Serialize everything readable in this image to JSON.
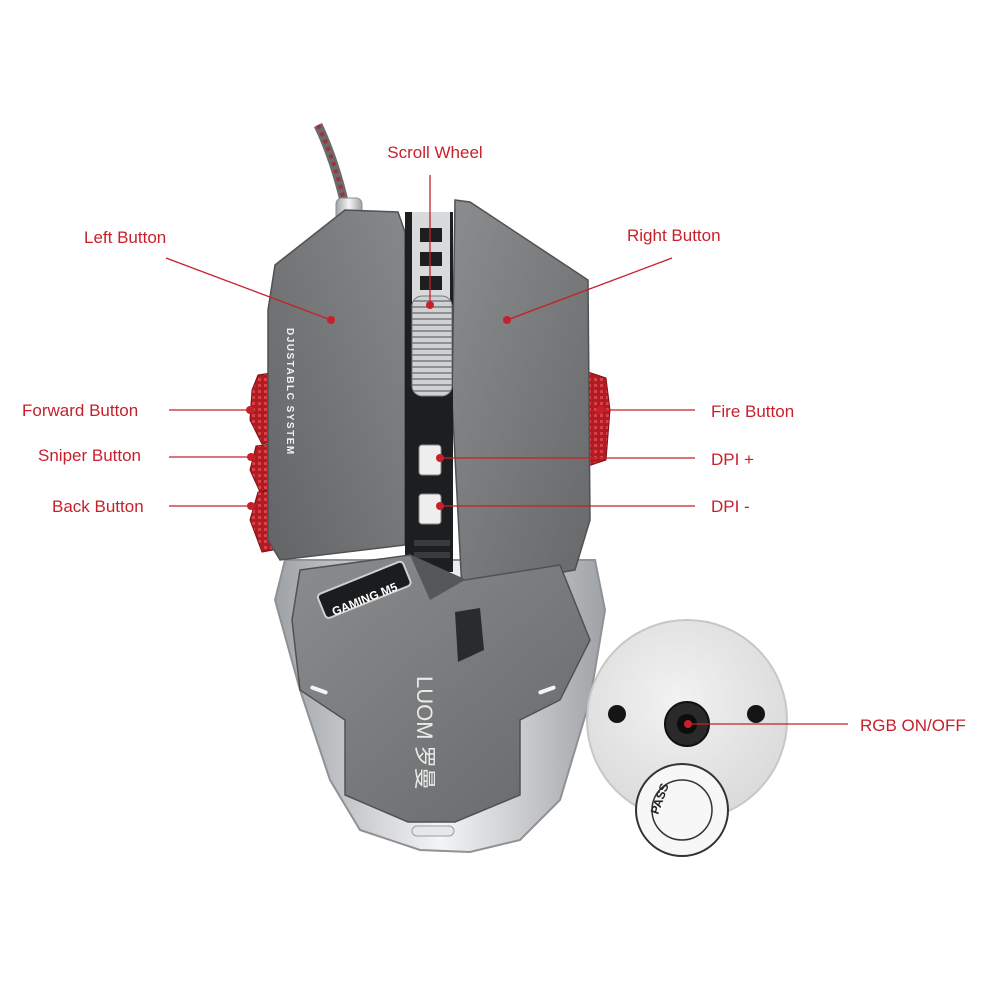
{
  "callouts": {
    "scroll_wheel": "Scroll Wheel",
    "left_button": "Left Button",
    "right_button": "Right Button",
    "forward_button": "Forward Button",
    "sniper_button": "Sniper Button",
    "back_button": "Back Button",
    "fire_button": "Fire Button",
    "dpi_plus": "DPI +",
    "dpi_minus": "DPI -",
    "rgb_toggle": "RGB ON/OFF"
  },
  "product": {
    "side_engraving": "DJUSTABLC SYSTEM",
    "model_badge": "GAMING M5",
    "brand_logo": "LUOM 罗曼",
    "pass_sticker": "PASS"
  },
  "colors": {
    "callout_red": "#c8202b",
    "shell_gray": "#77797b",
    "side_red": "#b01c22",
    "chrome": "#d4d6d8"
  }
}
